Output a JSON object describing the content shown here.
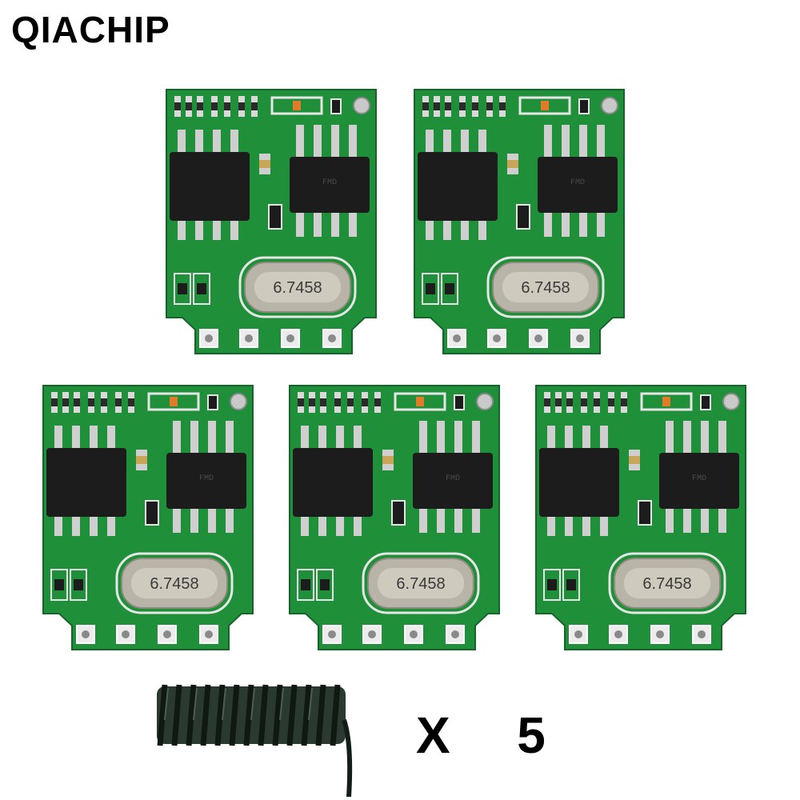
{
  "brand": {
    "name": "QIACHIP"
  },
  "modules": [
    {
      "crystal_label": "6.7458",
      "chip_marking": "FMD"
    },
    {
      "crystal_label": "6.7458",
      "chip_marking": "FMD"
    },
    {
      "crystal_label": "6.7458",
      "chip_marking": "FMD"
    },
    {
      "crystal_label": "6.7458",
      "chip_marking": "FMD"
    },
    {
      "crystal_label": "6.7458",
      "chip_marking": "FMD"
    }
  ],
  "quantity": {
    "label": "X  5"
  },
  "colors": {
    "pcb": "#1f8f3a",
    "pcb_dark": "#16702c",
    "chip": "#1c1c1c",
    "crystal": "#b9b4a8",
    "pad": "#e8e8e8",
    "coil": "#1e2a22"
  },
  "icons": [
    "spring-antenna-icon"
  ]
}
